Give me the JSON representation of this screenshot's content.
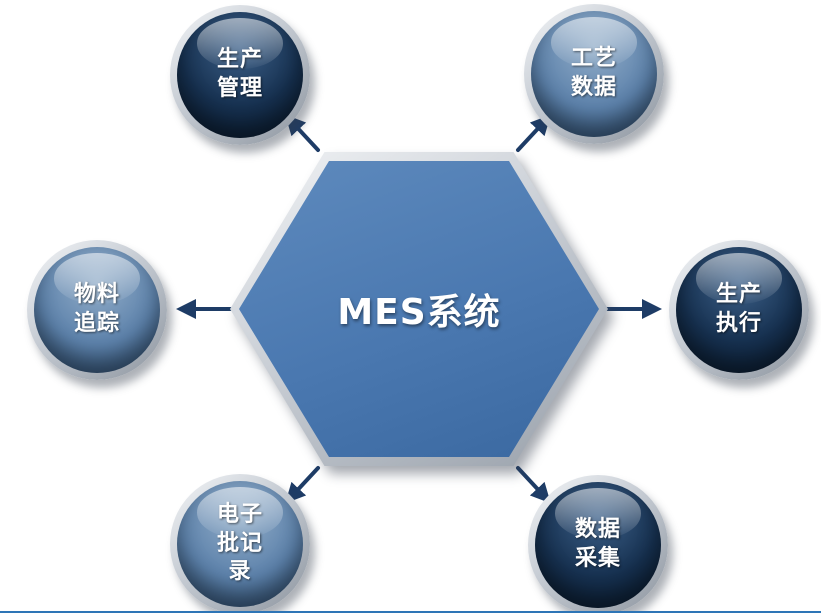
{
  "diagram": {
    "center": {
      "label": "MES系统"
    },
    "nodes": [
      {
        "id": "production-management",
        "label": "生产\n管理",
        "position": "top-left",
        "style": "dark"
      },
      {
        "id": "process-data",
        "label": "工艺\n数据",
        "position": "top-right",
        "style": "light"
      },
      {
        "id": "production-execution",
        "label": "生产\n执行",
        "position": "right",
        "style": "dark"
      },
      {
        "id": "data-collection",
        "label": "数据\n采集",
        "position": "bottom-right",
        "style": "dark"
      },
      {
        "id": "electronic-batch-record",
        "label": "电子\n批记\n录",
        "position": "bottom-left",
        "style": "light"
      },
      {
        "id": "material-tracking",
        "label": "物料\n追踪",
        "position": "left",
        "style": "light"
      }
    ],
    "colors": {
      "hexagon_fill": "#4a78b0",
      "hexagon_fill_light": "#5e8abd",
      "hexagon_fill_dark": "#3a68a0",
      "hexagon_border_light": "#f2f4f6",
      "hexagon_border_dark": "#98a0aa",
      "ring_light": "#f4f6f8",
      "ring_dark": "#8d959f",
      "node_dark": "#16304f",
      "node_dark_hi": "#3c6089",
      "node_dark_lo": "#0a1c30",
      "node_light": "#5d82ab",
      "node_light_hi": "#93aec9",
      "node_light_lo": "#2f5278",
      "arrow": "#1e3c66",
      "text": "#ffffff",
      "bottom_rule": "#2e75b6"
    }
  }
}
